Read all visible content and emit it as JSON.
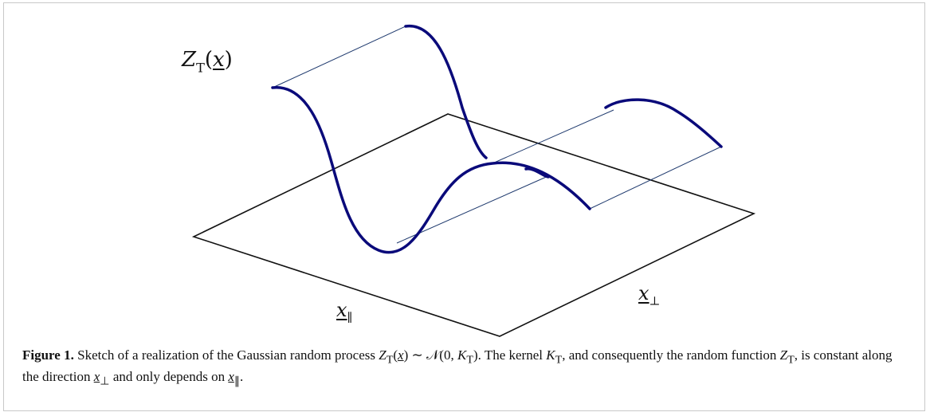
{
  "labels": {
    "z_name": "Z",
    "z_sub": "T",
    "z_arg": "x",
    "x_parallel": "x",
    "x_parallel_sub": "∥",
    "x_perp": "x",
    "x_perp_sub": "⊥"
  },
  "caption": {
    "figure_label": "Figure 1.",
    "text_1": " Sketch of a realization of the Gaussian random process ",
    "math_1": "Z",
    "math_1_sub": "T",
    "math_1_arg": "x",
    "text_2": " ∼ 𝒩(0, ",
    "math_2": "K",
    "math_2_sub": "T",
    "text_3": "). The kernel ",
    "math_3": "K",
    "math_3_sub": "T",
    "text_4": ", and consequently the random function ",
    "math_4": "Z",
    "math_4_sub": "T",
    "text_5": ", is constant along the direction ",
    "math_5": "x",
    "math_5_sub": "⊥",
    "text_6": " and only depends on ",
    "math_6": "x",
    "math_6_sub": "∥",
    "text_7": "."
  },
  "colors": {
    "curve": "#0a0a7a",
    "ruling": "#1f3a6e",
    "plane": "#111111"
  }
}
